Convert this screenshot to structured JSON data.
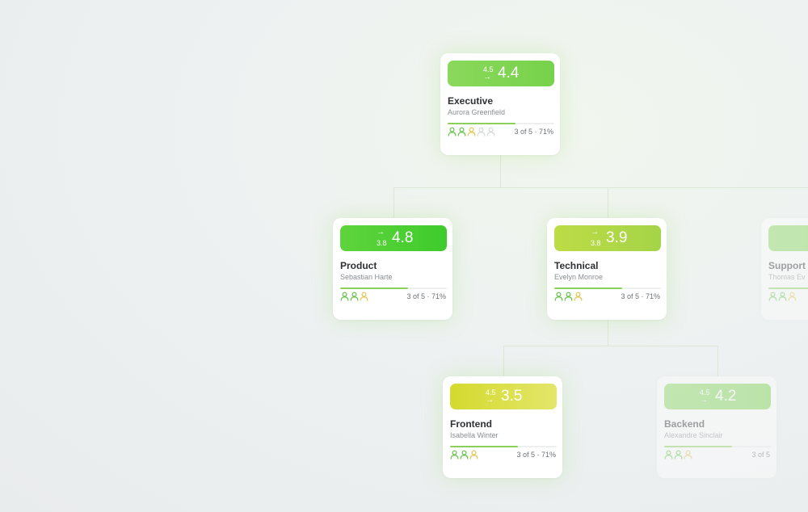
{
  "colors": {
    "pill_green": [
      "#8ad85c",
      "#77d24a"
    ],
    "pill_bright_green": [
      "#5fd43c",
      "#3ecb2c"
    ],
    "pill_yellow_green": [
      "#bddc45",
      "#a5d448"
    ],
    "pill_yellow": [
      "#d4da2e",
      "#e3e66a"
    ],
    "progress_fill": "#8ad05a",
    "person_green": "#62c246",
    "person_yellow": "#e2c64c",
    "person_empty": "#d6dada",
    "connector": "#dbe7d6"
  },
  "cards": [
    {
      "id": "executive",
      "prev_score": "4.5",
      "trend_arrow": "→",
      "score": "4.4",
      "department": "Executive",
      "person": "Aurora Greenfield",
      "stats": "3 of 5 · 71%",
      "progress_fraction": 0.71,
      "people": [
        "green",
        "green",
        "yellow",
        "empty",
        "empty"
      ]
    },
    {
      "id": "product",
      "prev_score": "3.8",
      "trend_arrow": "→",
      "score": "4.8",
      "department": "Product",
      "person": "Sebastian Harte",
      "stats": "3 of 5 · 71%",
      "progress_fraction": 0.71,
      "people": [
        "green",
        "green",
        "yellow"
      ]
    },
    {
      "id": "technical",
      "prev_score": "3.8",
      "trend_arrow": "→",
      "score": "3.9",
      "department": "Technical",
      "person": "Evelyn Monroe",
      "stats": "3 of 5 · 71%",
      "progress_fraction": 0.71,
      "people": [
        "green",
        "green",
        "yellow"
      ]
    },
    {
      "id": "support",
      "prev_score": "",
      "trend_arrow": "",
      "score": "",
      "department": "Support",
      "person": "Thomas Ev",
      "stats": "",
      "progress_fraction": 0.71,
      "people": [
        "green",
        "green",
        "yellow"
      ]
    },
    {
      "id": "frontend",
      "prev_score": "4.5",
      "trend_arrow": "→",
      "score": "3.5",
      "department": "Frontend",
      "person": "Isabella Winter",
      "stats": "3 of 5 · 71%",
      "progress_fraction": 0.71,
      "people": [
        "green",
        "green",
        "yellow"
      ]
    },
    {
      "id": "backend",
      "prev_score": "4.5",
      "trend_arrow": "→",
      "score": "4.2",
      "department": "Backend",
      "person": "Alexandre Sinclair",
      "stats": "3 of 5",
      "progress_fraction": 0.71,
      "people": [
        "green",
        "green",
        "yellow"
      ]
    }
  ]
}
